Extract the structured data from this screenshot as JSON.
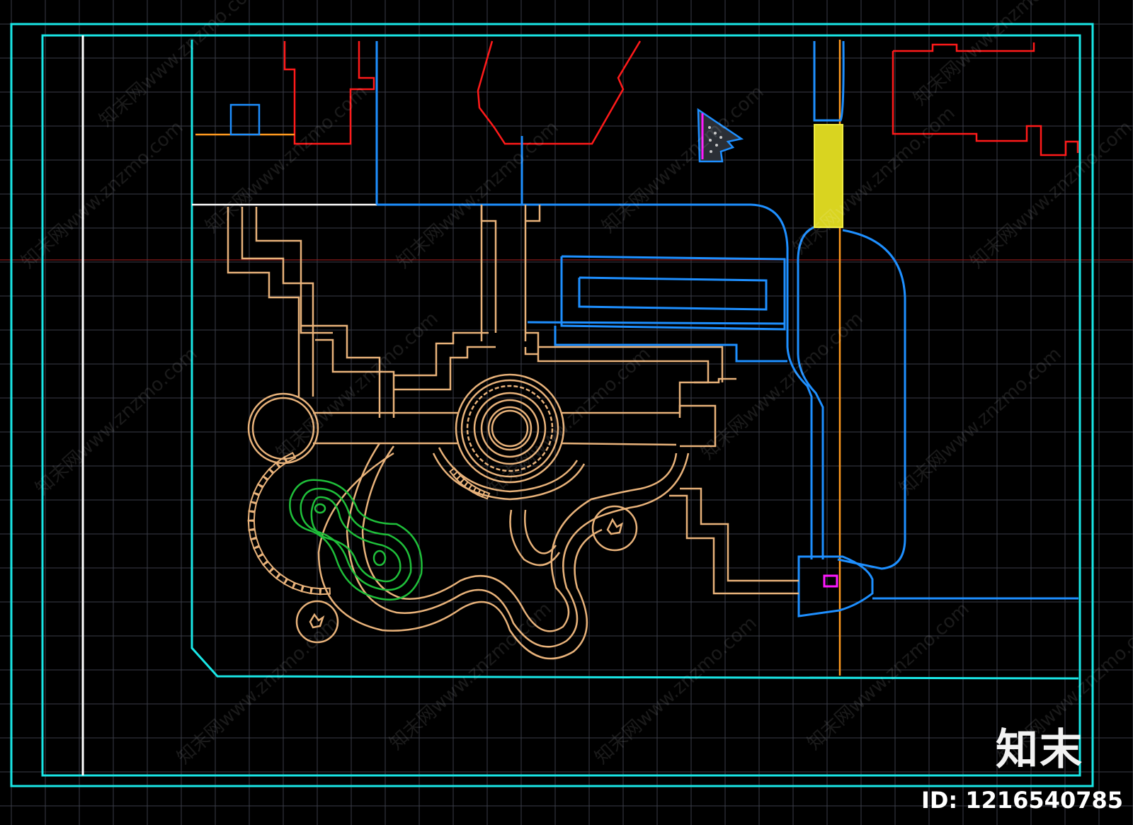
{
  "colors": {
    "background": "#000000",
    "grid": "#3a3d47",
    "boundary": "#19e6e6",
    "building": "#ff1a1a",
    "path": "#e8b27a",
    "road": "#1e8fff",
    "water": "#1fbf3a",
    "highlight": "#e8e61a",
    "crossline": "#8b1a1a",
    "orange_line": "#ff9a1f",
    "white_line": "#ffffff",
    "marker": "#ff19ff"
  },
  "watermark": {
    "brand": "知末",
    "id": "ID: 1216540785",
    "pattern_text": "知末网www.znzmo.com"
  },
  "icons": [
    "tree-symbol-icon",
    "north-arrow-icon"
  ]
}
